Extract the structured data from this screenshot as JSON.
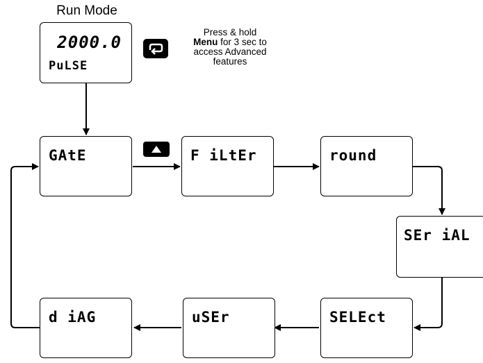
{
  "title": "Run Mode",
  "run_display": {
    "value": "2000.0",
    "label": "PuLSE"
  },
  "note": {
    "line1": "Press & hold",
    "bold": "Menu",
    "line2_rest": " for 3 sec to",
    "line3": "access Advanced",
    "line4": "features"
  },
  "icons": {
    "menu": "menu-loop-icon",
    "up": "up-arrow-button-icon"
  },
  "menu": [
    {
      "key": "gate",
      "label": "GAtE"
    },
    {
      "key": "filter",
      "label": "F iLtEr"
    },
    {
      "key": "round",
      "label": "round"
    },
    {
      "key": "serial",
      "label": "SEr iAL"
    },
    {
      "key": "select",
      "label": "SELEct"
    },
    {
      "key": "user",
      "label": "uSEr"
    },
    {
      "key": "diag",
      "label": "d iAG"
    }
  ]
}
